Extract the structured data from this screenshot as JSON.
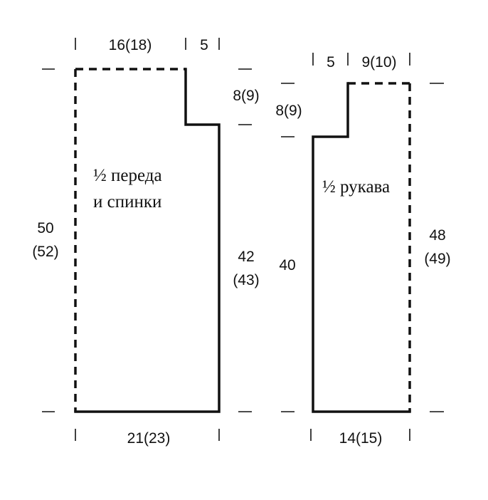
{
  "front_back": {
    "label_line1": "½ переда",
    "label_line2": "и спинки",
    "width_top": "16(18)",
    "shoulder": "5",
    "shoulder_drop": "8(9)",
    "total_height_line1": "50",
    "total_height_line2": "(52)",
    "side_height_line1": "42",
    "side_height_line2": "(43)",
    "width_bottom": "21(23)"
  },
  "sleeve": {
    "label": "½ рукава",
    "step_width": "5",
    "top_width": "9(10)",
    "step_height": "8(9)",
    "side_height": "40",
    "total_height_line1": "48",
    "total_height_line2": "(49)",
    "width_bottom": "14(15)"
  }
}
